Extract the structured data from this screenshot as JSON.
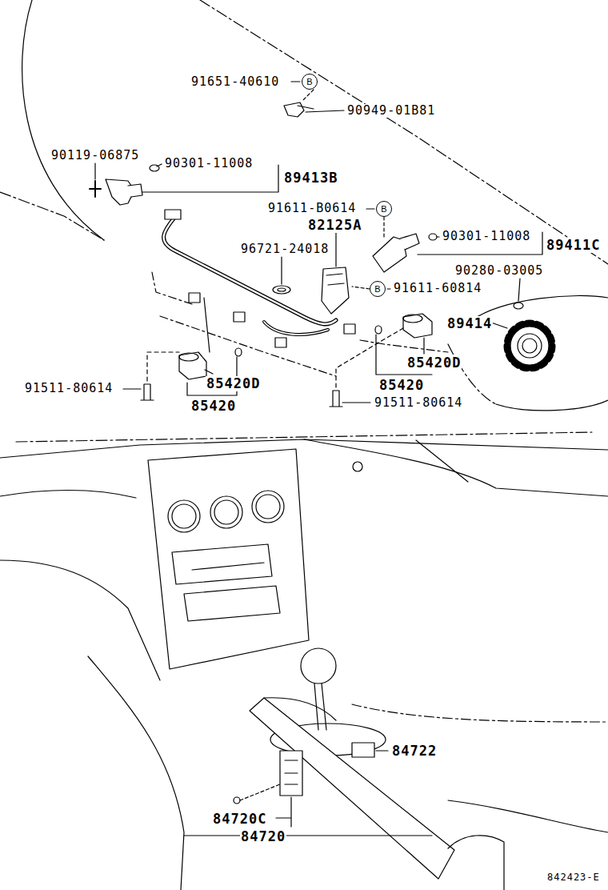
{
  "diagram": {
    "nodes": [
      {
        "text": [
          "B"
        ]
      },
      {
        "text": [
          "B"
        ]
      },
      {
        "text": [
          "B"
        ]
      }
    ],
    "labels": [
      "91651-40610",
      "90949-01B81",
      "90119-06875",
      "90301-11008",
      "89413B",
      "91611-B0614",
      "82125A",
      "90301-11008",
      "89411C",
      "96721-24018",
      "90280-03005",
      "91611-60814",
      "89414",
      "85420D",
      "85420D",
      "91511-80614",
      "85420",
      "85420",
      "91511-80614",
      "84722",
      "84720C",
      "84720",
      "842423-E"
    ]
  }
}
